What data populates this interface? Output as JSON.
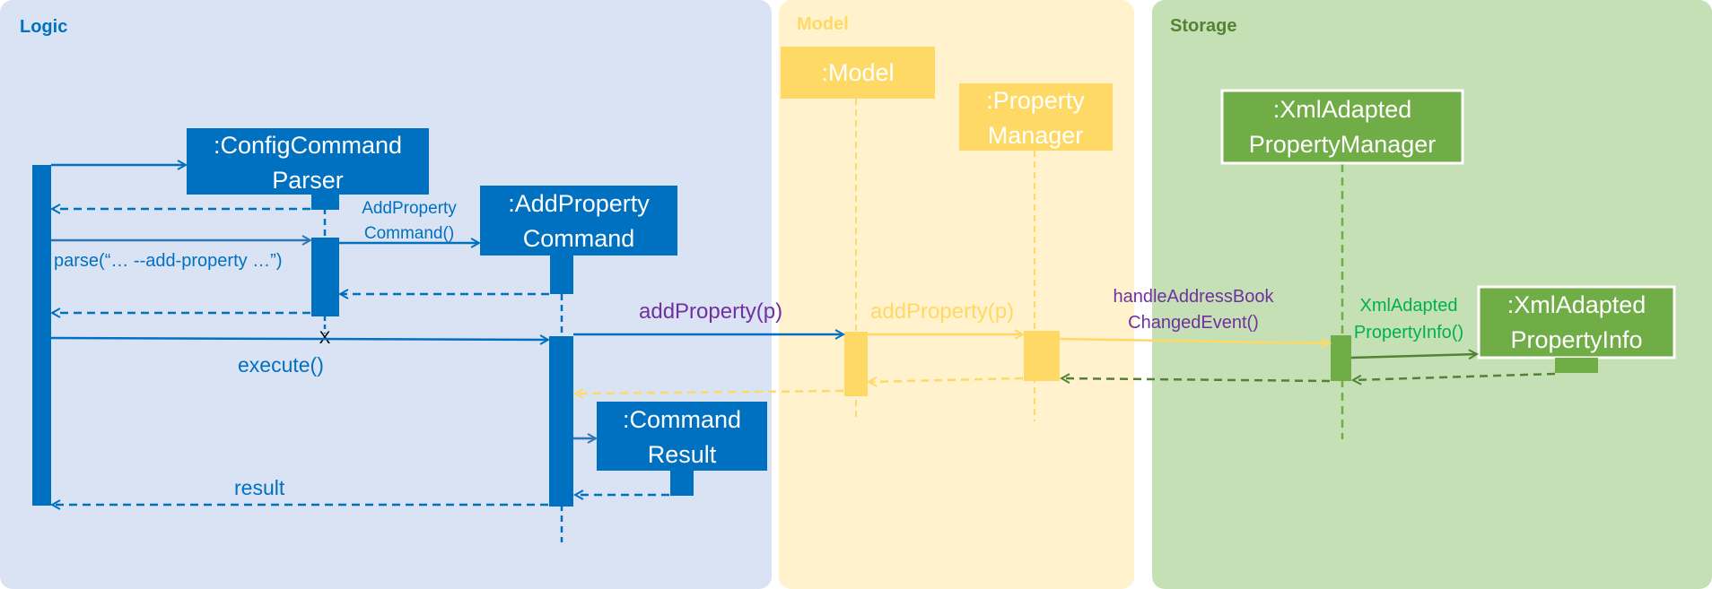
{
  "colors": {
    "logic_bg": "#dae3f3",
    "model_bg": "#fff2cc",
    "storage_bg": "#c5e0b4",
    "blue": "#0070c0",
    "yellow": "#ffd966",
    "green": "#70ad47",
    "dark_green": "#548235",
    "purple": "#7030a0",
    "bright_green": "#00b050"
  },
  "panels": {
    "logic": "Logic",
    "model": "Model",
    "storage": "Storage"
  },
  "participants": {
    "config_parser": {
      "line1": ":ConfigCommand",
      "line2": "Parser"
    },
    "add_command": {
      "line1": ":AddProperty",
      "line2": "Command"
    },
    "command_result": {
      "line1": ":Command",
      "line2": "Result"
    },
    "model": {
      "line1": ":Model"
    },
    "property_manager": {
      "line1": ":Property",
      "line2": "Manager"
    },
    "xml_manager": {
      "line1": ":XmlAdapted",
      "line2": "PropertyManager"
    },
    "xml_info": {
      "line1": ":XmlAdapted",
      "line2": "PropertyInfo"
    }
  },
  "messages": {
    "parse": "parse(“… --add-property …”)",
    "add_property_command_1": "AddProperty",
    "add_property_command_2": "Command()",
    "execute": "execute()",
    "destroy": "X",
    "add_property_1": "addProperty(p)",
    "add_property_2": "addProperty(p)",
    "handle_event_1": "handleAddressBook",
    "handle_event_2": "ChangedEvent()",
    "xml_info_1": "XmlAdapted",
    "xml_info_2": "PropertyInfo()",
    "result": "result"
  }
}
